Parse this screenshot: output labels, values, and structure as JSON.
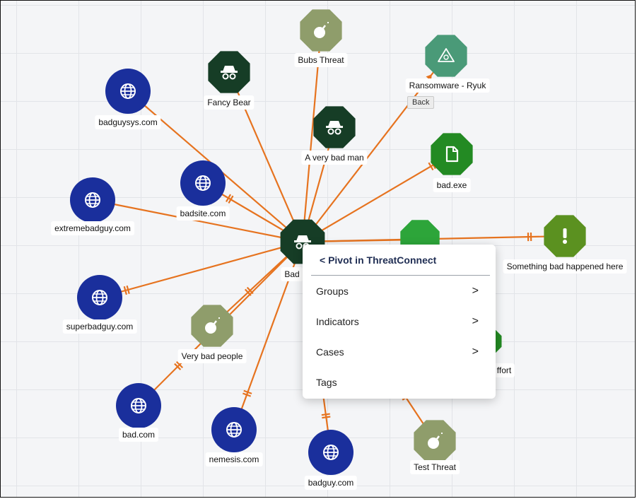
{
  "graph": {
    "edge_color": "#e6731f",
    "center": {
      "id": "center",
      "label": "Bad",
      "icon": "spy-icon",
      "shape": "octagon",
      "color": "#163d26"
    },
    "nodes": [
      {
        "id": "bubs",
        "label": "Bubs Threat",
        "icon": "bomb-icon",
        "shape": "octagon",
        "color": "#8f9d6b"
      },
      {
        "id": "ryuk",
        "label": "Ransomware - Ryuk",
        "icon": "bug-warning-icon",
        "shape": "octagon",
        "color": "#4a9a78"
      },
      {
        "id": "fancy",
        "label": "Fancy Bear",
        "icon": "spy-icon",
        "shape": "octagon",
        "color": "#163d26"
      },
      {
        "id": "badguysys",
        "label": "badguysys.com",
        "icon": "globe-icon",
        "shape": "circle",
        "color": "#1a2f9c"
      },
      {
        "id": "verybadman",
        "label": "A very bad man",
        "icon": "spy-icon",
        "shape": "octagon",
        "color": "#163d26"
      },
      {
        "id": "badexe",
        "label": "bad.exe",
        "icon": "file-icon",
        "shape": "octagon",
        "color": "#238a23"
      },
      {
        "id": "extremebadguy",
        "label": "extremebadguy.com",
        "icon": "globe-icon",
        "shape": "circle",
        "color": "#1a2f9c"
      },
      {
        "id": "badsite",
        "label": "badsite.com",
        "icon": "globe-icon",
        "shape": "circle",
        "color": "#1a2f9c"
      },
      {
        "id": "somethingbad",
        "label": "Something bad happened here",
        "icon": "exclamation-icon",
        "shape": "octagon",
        "color": "#5b9120"
      },
      {
        "id": "superbadguy",
        "label": "superbadguy.com",
        "icon": "globe-icon",
        "shape": "circle",
        "color": "#1a2f9c"
      },
      {
        "id": "verybadpeople",
        "label": "Very bad people",
        "icon": "bomb-icon",
        "shape": "octagon",
        "color": "#8f9d6b"
      },
      {
        "id": "badcom",
        "label": "bad.com",
        "icon": "globe-icon",
        "shape": "circle",
        "color": "#1a2f9c"
      },
      {
        "id": "nemesis",
        "label": "nemesis.com",
        "icon": "globe-icon",
        "shape": "circle",
        "color": "#1a2f9c"
      },
      {
        "id": "badguy",
        "label": "badguy.com",
        "icon": "globe-icon",
        "shape": "circle",
        "color": "#1a2f9c"
      },
      {
        "id": "testthreat",
        "label": "Test Threat",
        "icon": "bomb-icon",
        "shape": "octagon",
        "color": "#8f9d6b"
      },
      {
        "id": "effort",
        "label": "ffort",
        "icon": "",
        "shape": "octagon",
        "color": "#238a23"
      },
      {
        "id": "hidden",
        "label": "",
        "icon": "",
        "shape": "octagon",
        "color": "#2da53a"
      }
    ]
  },
  "tooltip": {
    "text": "Back"
  },
  "context_menu": {
    "header": "< Pivot in ThreatConnect",
    "items": [
      {
        "label": "Groups",
        "chevron": ">"
      },
      {
        "label": "Indicators",
        "chevron": ">"
      },
      {
        "label": "Cases",
        "chevron": ">"
      },
      {
        "label": "Tags",
        "chevron": ""
      }
    ]
  }
}
